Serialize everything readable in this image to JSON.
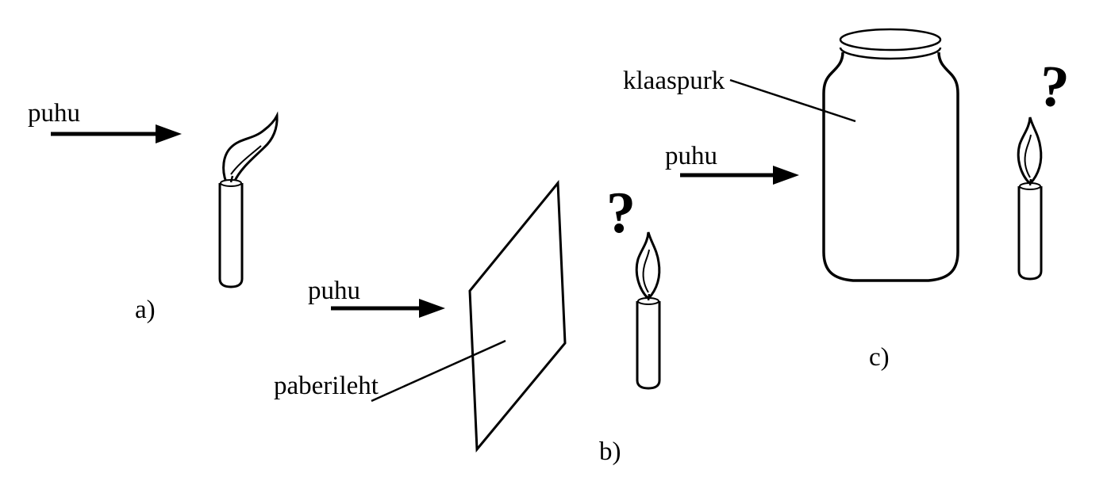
{
  "diagram": {
    "colors": {
      "ink": "#000000",
      "background": "#ffffff"
    },
    "icons": {
      "candle": "candle-icon",
      "flame": "flame-icon",
      "blow_arrow": "arrow-right-icon",
      "paper_sheet": "paper-sheet-icon",
      "glass_jar": "glass-jar-icon",
      "question_mark": "?"
    },
    "scenarios": {
      "a": {
        "label": "a)",
        "blow_label": "puhu"
      },
      "b": {
        "label": "b)",
        "blow_label": "puhu",
        "object_label": "paberileht",
        "question_mark": "?"
      },
      "c": {
        "label": "c)",
        "blow_label": "puhu",
        "object_label": "klaaspurk",
        "question_mark": "?"
      }
    }
  }
}
